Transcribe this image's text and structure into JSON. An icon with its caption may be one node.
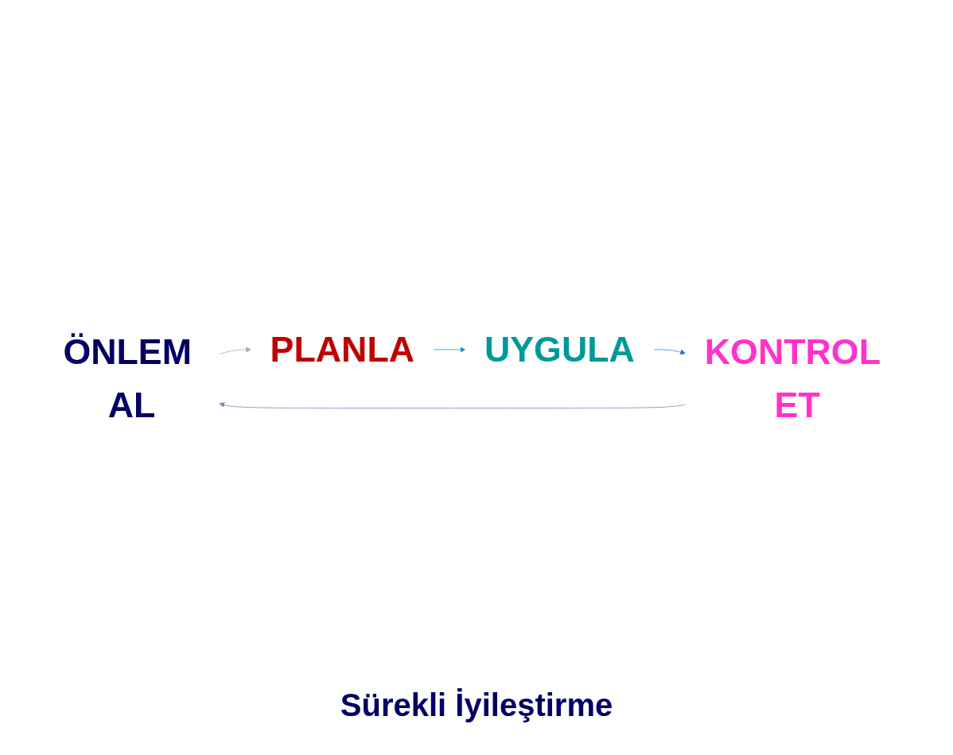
{
  "diagram": {
    "nodes": [
      {
        "text": [
          "ÖNLEM AL"
        ]
      },
      {
        "text": [
          "PLANLA"
        ]
      },
      {
        "text": [
          "UYGULA"
        ]
      },
      {
        "text": [
          "KONTROL ET"
        ]
      }
    ],
    "edges": [
      {
        "from": 0,
        "to": 1,
        "arrow": "to",
        "color": "#aaaab8"
      },
      {
        "from": 1,
        "to": 2,
        "arrow": "to",
        "color": "#0099cc"
      },
      {
        "from": 2,
        "to": 3,
        "arrow": "to",
        "color": "#2a7fd4"
      },
      {
        "from": 3,
        "to": 0,
        "arrow": "to",
        "color": "#7386c0"
      }
    ],
    "labels": [
      "Sürekli İyileştirme"
    ]
  }
}
